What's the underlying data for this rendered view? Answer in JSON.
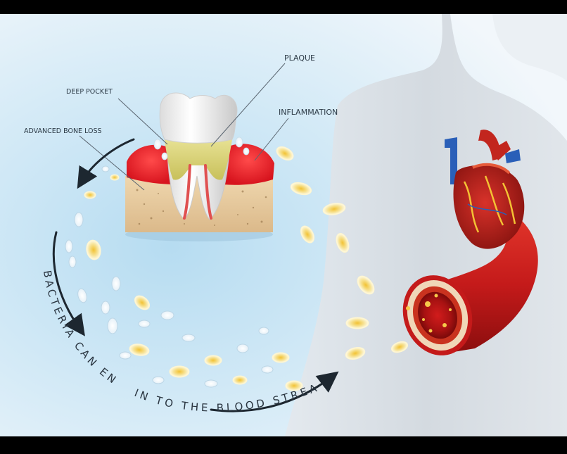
{
  "labels": {
    "plaque": "PLAQUE",
    "deep_pocket": "DEEP POCKET",
    "inflammation": "INFLAMMATION",
    "advanced_bone_loss": "ADVANCED BONE LOSS"
  },
  "arc_caption": {
    "part1": "BACTERIA CAN ENTER",
    "part2": "IN TO THE BLOOD STREAM"
  },
  "colors": {
    "background_light": "#e9f3fa",
    "background_blue": "#bfe0f2",
    "body_silhouette": "#d7dde3",
    "gum_red": "#e0202a",
    "plaque_yellow": "#e2e08a",
    "bone_tan": "#ecd2a8",
    "artery_red": "#c41a1a",
    "artery_inner": "#f0d7b8",
    "heart_red": "#b5201c",
    "heart_blue": "#2a5fb8",
    "bacteria_yellow": "#f3d24a"
  },
  "icons": [
    "tooth-icon",
    "heart-icon",
    "artery-icon",
    "bacteria-icon",
    "arrow-icon"
  ]
}
